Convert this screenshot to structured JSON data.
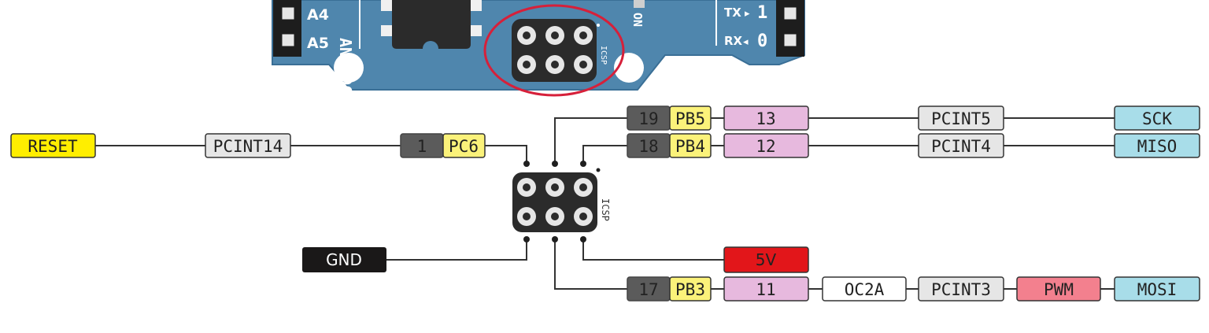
{
  "board": {
    "header_pins": [
      "A4",
      "A5"
    ],
    "analog_header_label": "ANALOG IN",
    "power_led_label": "ON",
    "serial": [
      {
        "label": "TX",
        "arrow": "▸",
        "pin": "1"
      },
      {
        "label": "RX",
        "arrow": "◂",
        "pin": "0"
      }
    ],
    "icsp_label": "ICSP",
    "highlight_color": "#d6203a",
    "board_color": "#4f86ad"
  },
  "icsp_label": "ICSP",
  "pins": {
    "pb5_row": {
      "num": "19",
      "port": "PB5",
      "digital": "13",
      "pcint": "PCINT5",
      "func": "SCK"
    },
    "pb4_row": {
      "num": "18",
      "port": "PB4",
      "digital": "12",
      "pcint": "PCINT4",
      "func": "MISO"
    },
    "pc6_row": {
      "num": "1",
      "port": "PC6",
      "pcint": "PCINT14",
      "func": "RESET"
    },
    "power_row": {
      "label": "5V"
    },
    "gnd_row": {
      "label": "GND"
    },
    "pb3_row": {
      "num": "17",
      "port": "PB3",
      "digital": "11",
      "timer": "OC2A",
      "pcint": "PCINT3",
      "pwm": "PWM",
      "func": "MOSI"
    }
  },
  "colors": {
    "pin_number": "#5b5b5b",
    "port": "#fbf27a",
    "digital": "#e7b9de",
    "pcint": "#e6e6e6",
    "comm": "#a8dde9",
    "reset": "#ffee00",
    "power": "#e2161a",
    "gnd": "#1a1818",
    "pwm": "#f3808e",
    "timer": "#ffffff"
  }
}
